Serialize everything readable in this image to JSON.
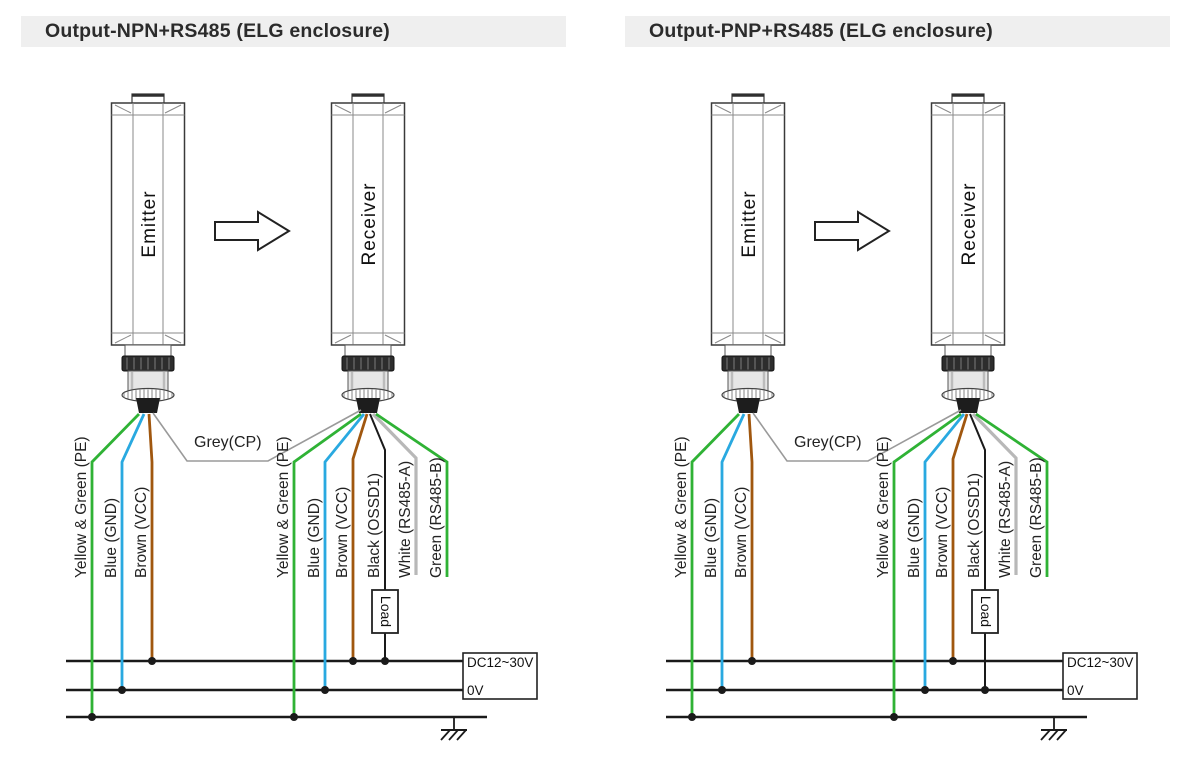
{
  "diagrams": [
    {
      "id": "npn",
      "title": "Output-NPN+RS485 (ELG enclosure)",
      "emitter": {
        "label": "Emitter",
        "wires": [
          {
            "label": "Yellow & Green (PE)",
            "color": "#2fb235",
            "connects_to": "PE"
          },
          {
            "label": "Blue (GND)",
            "color": "#29a9e0",
            "connects_to": "0V"
          },
          {
            "label": "Brown (VCC)",
            "color": "#a0570f",
            "connects_to": "DC12~30V"
          }
        ]
      },
      "sync_wire": {
        "label": "Grey(CP)",
        "color": "#9a9a9a"
      },
      "receiver": {
        "label": "Receiver",
        "wires": [
          {
            "label": "Yellow & Green (PE)",
            "color": "#2fb235",
            "connects_to": "PE"
          },
          {
            "label": "Blue (GND)",
            "color": "#29a9e0",
            "connects_to": "0V"
          },
          {
            "label": "Brown (VCC)",
            "color": "#a0570f",
            "connects_to": "DC12~30V"
          },
          {
            "label": "Black (OSSD1)",
            "color": "#1a1a1a",
            "connects_to": "Load"
          },
          {
            "label": "White (RS485-A)",
            "color": "#b8b8b8",
            "connects_to": "none"
          },
          {
            "label": "Green (RS485-B)",
            "color": "#2fb235",
            "connects_to": "none"
          }
        ]
      },
      "load": {
        "label": "Load",
        "connects_to": "DC12~30V"
      },
      "power_box": {
        "line1": "DC12~30V",
        "line2": "0V"
      },
      "ground_symbol": "earth-ground"
    },
    {
      "id": "pnp",
      "title": "Output-PNP+RS485 (ELG enclosure)",
      "emitter": {
        "label": "Emitter",
        "wires": [
          {
            "label": "Yellow & Green (PE)",
            "color": "#2fb235",
            "connects_to": "PE"
          },
          {
            "label": "Blue (GND)",
            "color": "#29a9e0",
            "connects_to": "0V"
          },
          {
            "label": "Brown (VCC)",
            "color": "#a0570f",
            "connects_to": "DC12~30V"
          }
        ]
      },
      "sync_wire": {
        "label": "Grey(CP)",
        "color": "#9a9a9a"
      },
      "receiver": {
        "label": "Receiver",
        "wires": [
          {
            "label": "Yellow & Green (PE)",
            "color": "#2fb235",
            "connects_to": "PE"
          },
          {
            "label": "Blue (GND)",
            "color": "#29a9e0",
            "connects_to": "0V"
          },
          {
            "label": "Brown (VCC)",
            "color": "#a0570f",
            "connects_to": "DC12~30V"
          },
          {
            "label": "Black (OSSD1)",
            "color": "#1a1a1a",
            "connects_to": "Load"
          },
          {
            "label": "White (RS485-A)",
            "color": "#b8b8b8",
            "connects_to": "none"
          },
          {
            "label": "Green (RS485-B)",
            "color": "#2fb235",
            "connects_to": "none"
          }
        ]
      },
      "load": {
        "label": "Load",
        "connects_to": "0V"
      },
      "power_box": {
        "line1": "DC12~30V",
        "line2": "0V"
      },
      "ground_symbol": "earth-ground"
    }
  ],
  "colors": {
    "titlebar_bg": "#efefef",
    "title_text": "#2b2b2b",
    "line_dark": "#1a1a1a",
    "tower_outline": "#3a3a3a"
  }
}
